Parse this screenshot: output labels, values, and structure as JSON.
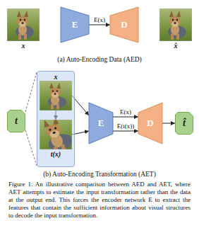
{
  "diagram": {
    "caption": "Figure 1: An illustrative comparison between AED and AET, where AET attempts to estimate the input transformation rather than the data at the output end. This forces the encoder network E to extract the features that contain the sufficient information about visual structures to decode the input transformation.",
    "nodes": [
      {
        "text": [
          "x"
        ]
      },
      {
        "text": [
          "E"
        ]
      },
      {
        "text": [
          "D"
        ]
      },
      {
        "text": [
          "x̂"
        ]
      },
      {
        "text": [
          "t"
        ]
      },
      {
        "text": []
      },
      {
        "text": [
          "x"
        ],
        "in": 5
      },
      {
        "text": [
          "t(x)"
        ],
        "in": 5
      },
      {
        "text": [
          "E"
        ]
      },
      {
        "text": [
          "D"
        ]
      },
      {
        "text": [
          "t̂"
        ]
      }
    ],
    "edges": [
      {
        "from": 1,
        "to": 2,
        "arrow": "to",
        "label": "E(x)"
      },
      {
        "from": 4,
        "to": 5,
        "arrow": "none"
      },
      {
        "from": 6,
        "to": 7,
        "arrow": "to"
      },
      {
        "from": 6,
        "to": 8,
        "arrow": "to"
      },
      {
        "from": 7,
        "to": 8,
        "arrow": "to"
      },
      {
        "from": 8,
        "to": 9,
        "arrow": "to",
        "label": "E(x)"
      },
      {
        "from": 8,
        "to": 9,
        "arrow": "to",
        "label": "E(t(x))"
      },
      {
        "from": 9,
        "to": 10,
        "arrow": "to"
      }
    ],
    "labels": [
      "(a) Auto-Encoding Data (AED)",
      "(b) Auto-Encoding Transformation (AET)"
    ]
  }
}
